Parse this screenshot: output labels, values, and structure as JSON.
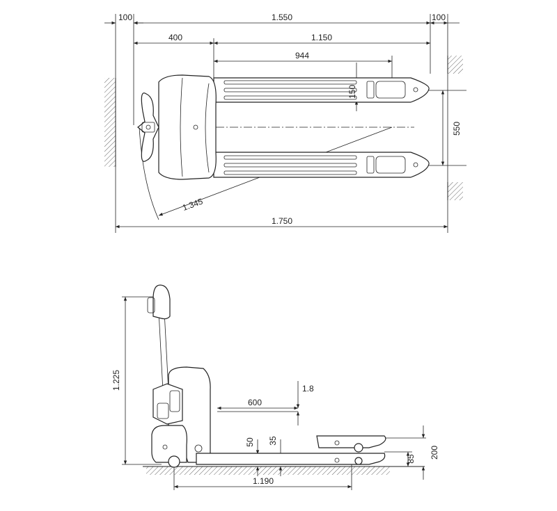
{
  "top_view": {
    "dims": {
      "left_margin": "100",
      "overall_length_top": "1.550",
      "right_margin": "100",
      "body_length": "400",
      "fork_length": "1.150",
      "fork_inner_length": "944",
      "fork_spacing_gap": "150",
      "fork_outer_width": "550",
      "turning_radius": "1.345",
      "overall_length": "1.750"
    }
  },
  "side_view": {
    "dims": {
      "handle_height": "1.225",
      "load_center": "600",
      "lift_stroke": "1.8",
      "lowered_height_a": "50",
      "lowered_height_b": "35",
      "fork_height": "85",
      "lift_height": "200",
      "wheelbase": "1.190"
    }
  }
}
